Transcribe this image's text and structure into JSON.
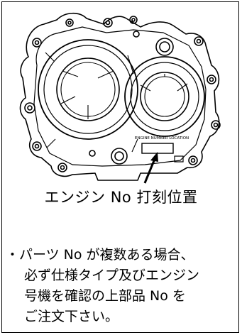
{
  "figure": {
    "label_text": "ENGINE NUMBER LOCATION",
    "caption": "エンジン No 打刻位置"
  },
  "note": {
    "bullet": "・",
    "lines": [
      "パーツ No が複数ある場合、",
      "必ず仕様タイプ及びエンジン",
      "号機を確認の上部品 No を",
      "ご注文下さい。"
    ]
  }
}
